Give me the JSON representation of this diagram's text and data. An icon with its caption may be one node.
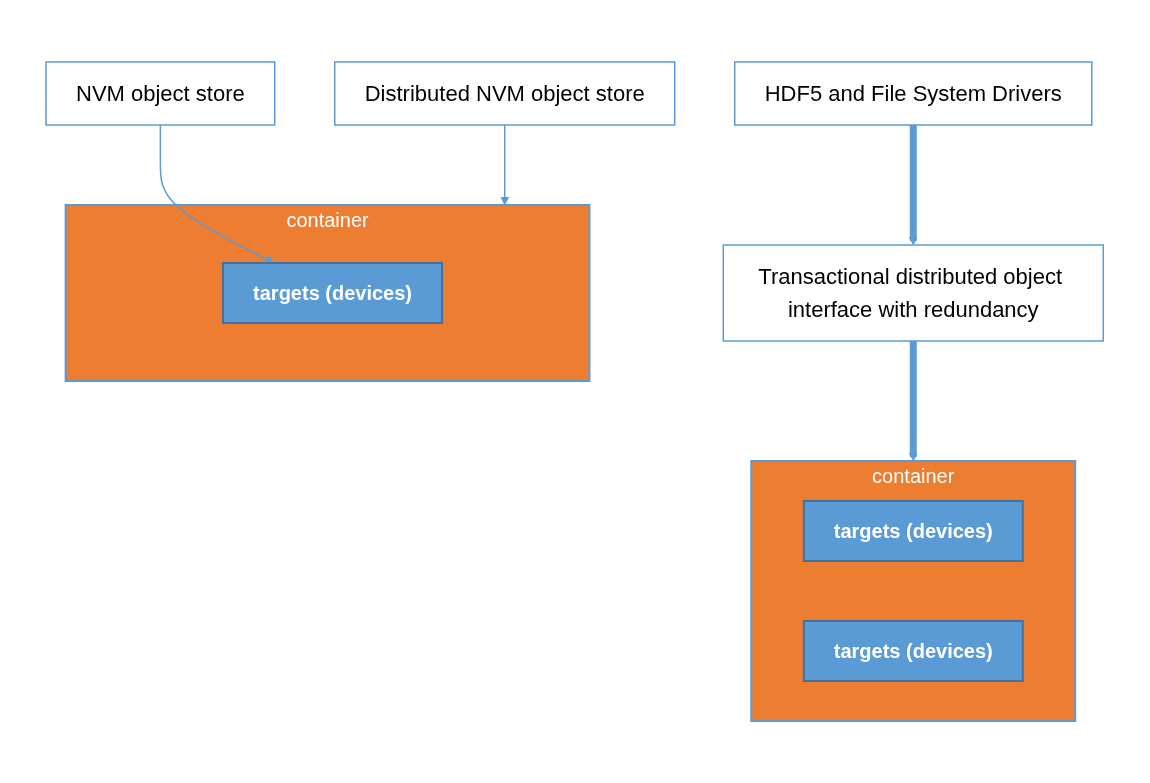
{
  "diagram": {
    "nodes": [
      {
        "text": [
          "HDF5 and File System Drivers"
        ]
      },
      {
        "text": [
          "Transactional distributed object interface with redundancy"
        ]
      },
      {
        "text": [
          "container"
        ]
      },
      {
        "text": [
          "targets (devices)"
        ],
        "in": 2
      },
      {
        "text": [
          "container"
        ]
      },
      {
        "text": [
          "targets (devices)"
        ],
        "in": 4
      },
      {
        "text": [
          "targets (devices)"
        ],
        "in": 4
      },
      {
        "text": [
          "Distributed NVM object store"
        ]
      },
      {
        "text": [
          "NVM object store"
        ]
      }
    ],
    "edges": [
      {
        "from": 0,
        "to": 1,
        "arrow": "to",
        "style": "thick"
      },
      {
        "from": 1,
        "to": 4,
        "arrow": "to",
        "style": "thick"
      },
      {
        "from": 7,
        "to": 2,
        "arrow": "to"
      },
      {
        "from": 8,
        "to": 3,
        "arrow": "to"
      }
    ]
  }
}
